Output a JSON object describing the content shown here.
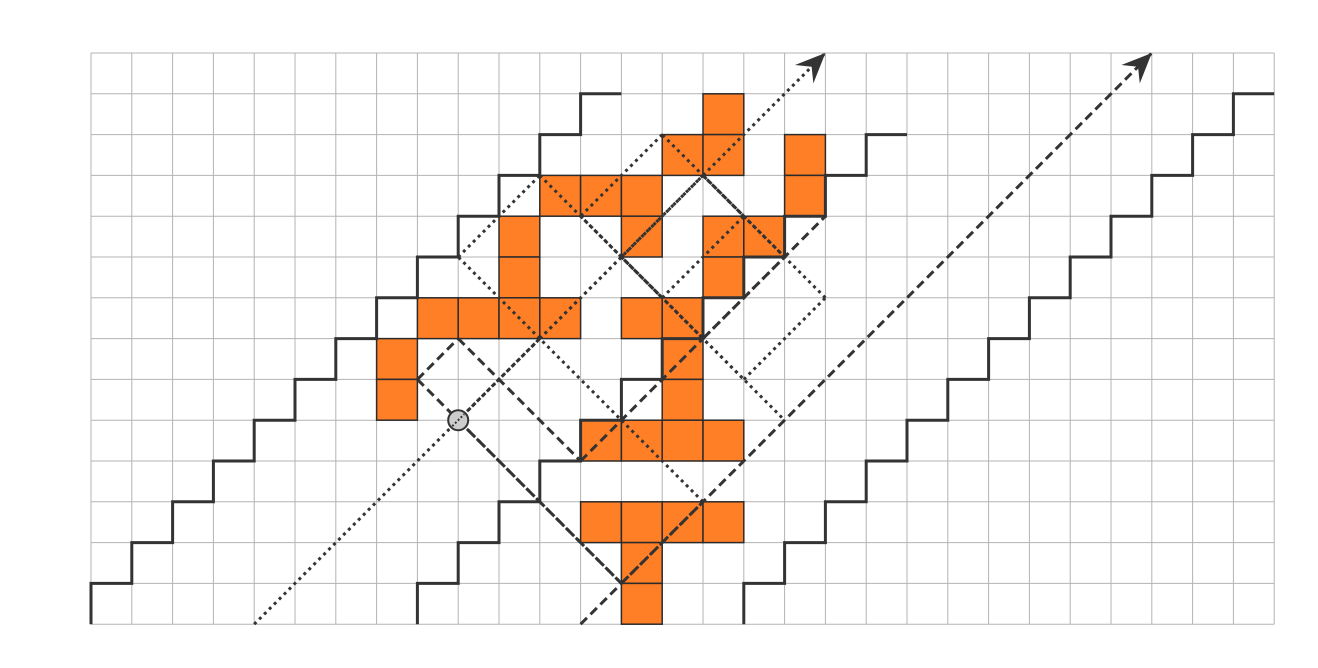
{
  "grid": {
    "columns": 29,
    "rows": 14,
    "line_color": "#b3b3b3"
  },
  "colors": {
    "cell_fill": "#ff7f27",
    "cell_stroke": "#2b2b2b",
    "path_color": "#333333"
  },
  "filled_cells": [
    [
      15,
      1
    ],
    [
      14,
      2
    ],
    [
      15,
      2
    ],
    [
      17,
      2
    ],
    [
      11,
      3
    ],
    [
      12,
      3
    ],
    [
      13,
      3
    ],
    [
      17,
      3
    ],
    [
      10,
      4
    ],
    [
      13,
      4
    ],
    [
      15,
      4
    ],
    [
      16,
      4
    ],
    [
      10,
      5
    ],
    [
      15,
      5
    ],
    [
      8,
      6
    ],
    [
      9,
      6
    ],
    [
      10,
      6
    ],
    [
      11,
      6
    ],
    [
      13,
      6
    ],
    [
      14,
      6
    ],
    [
      7,
      7
    ],
    [
      14,
      7
    ],
    [
      7,
      8
    ],
    [
      14,
      8
    ],
    [
      12,
      9
    ],
    [
      13,
      9
    ],
    [
      14,
      9
    ],
    [
      15,
      9
    ],
    [
      12,
      11
    ],
    [
      13,
      11
    ],
    [
      14,
      11
    ],
    [
      15,
      11
    ],
    [
      13,
      12
    ],
    [
      13,
      13
    ]
  ],
  "staircases": [
    {
      "start": [
        0,
        14
      ],
      "steps": 13
    },
    {
      "start": [
        8,
        14
      ],
      "steps": 12
    },
    {
      "start": [
        16,
        14
      ],
      "steps": 13
    }
  ],
  "dotted_lines": [
    [
      [
        4,
        14
      ],
      [
        11,
        7
      ]
    ],
    [
      [
        11,
        7
      ],
      [
        18,
        0
      ]
    ],
    [
      [
        11,
        7
      ],
      [
        9,
        5
      ]
    ],
    [
      [
        9,
        5
      ],
      [
        11,
        3
      ]
    ],
    [
      [
        11,
        3
      ],
      [
        14,
        6
      ]
    ],
    [
      [
        14,
        6
      ],
      [
        16,
        4
      ]
    ],
    [
      [
        16,
        4
      ],
      [
        14,
        2
      ]
    ],
    [
      [
        14,
        2
      ],
      [
        12,
        4
      ]
    ],
    [
      [
        12,
        4
      ],
      [
        15,
        7
      ]
    ],
    [
      [
        15,
        7
      ],
      [
        17,
        5
      ]
    ],
    [
      [
        17,
        5
      ],
      [
        15,
        3
      ]
    ],
    [
      [
        15,
        3
      ],
      [
        13,
        5
      ]
    ],
    [
      [
        13,
        5
      ],
      [
        16,
        8
      ]
    ],
    [
      [
        16,
        8
      ],
      [
        18,
        6
      ]
    ],
    [
      [
        18,
        6
      ],
      [
        15,
        3
      ]
    ],
    [
      [
        11,
        7
      ],
      [
        9,
        9
      ]
    ],
    [
      [
        9,
        9
      ],
      [
        13,
        13
      ]
    ],
    [
      [
        13,
        13
      ],
      [
        15,
        11
      ]
    ],
    [
      [
        15,
        11
      ],
      [
        11,
        7
      ]
    ],
    [
      [
        11,
        7
      ],
      [
        13,
        5
      ]
    ],
    [
      [
        13,
        5
      ],
      [
        17,
        9
      ]
    ]
  ],
  "dashed_lines": [
    [
      [
        8,
        8
      ],
      [
        9,
        7
      ]
    ],
    [
      [
        9,
        7
      ],
      [
        12,
        10
      ]
    ],
    [
      [
        12,
        10
      ],
      [
        15,
        7
      ]
    ],
    [
      [
        15,
        7
      ],
      [
        18,
        4
      ]
    ],
    [
      [
        8,
        8
      ],
      [
        13,
        13
      ]
    ],
    [
      [
        12,
        14
      ],
      [
        26,
        0
      ]
    ]
  ],
  "arrow_heads": [
    {
      "line": "dotted",
      "tip": [
        18,
        0
      ],
      "from": [
        11,
        7
      ]
    },
    {
      "line": "dashed",
      "tip": [
        26,
        0
      ],
      "from": [
        12,
        14
      ]
    }
  ],
  "origin_marker": {
    "cell": [
      9,
      9
    ],
    "fill": "#cccccc"
  }
}
